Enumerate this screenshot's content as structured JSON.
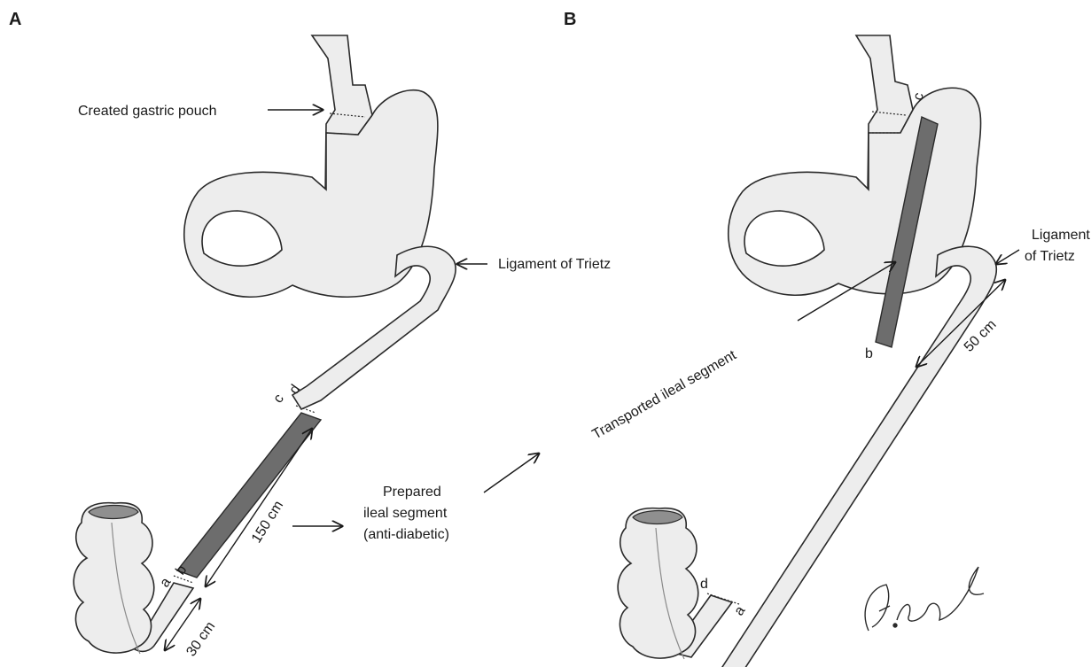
{
  "panels": {
    "a": "A",
    "b": "B"
  },
  "panel_a": {
    "gastric_pouch_label": "Created gastric pouch",
    "ligament_label": "Ligament of Trietz",
    "length_150": "150 cm",
    "length_30": "30 cm",
    "prepared_line1": "Prepared",
    "prepared_line2": "ileal segment",
    "prepared_line3": "(anti-diabetic)",
    "marks": {
      "a": "a",
      "b": "b",
      "c": "c",
      "d": "d"
    }
  },
  "panel_b": {
    "ligament_line1": "Ligament",
    "ligament_line2": "of Trietz",
    "transported_label": "Transported ileal segment",
    "length_50": "50 cm",
    "marks": {
      "a": "a",
      "b": "b",
      "c": "c",
      "d": "d"
    },
    "signature": "F.Ersöz"
  },
  "colors": {
    "ink": "#2a2a2a",
    "tissue_fill": "#ededed",
    "ileal_segment_fill": "#6d6d6d"
  }
}
